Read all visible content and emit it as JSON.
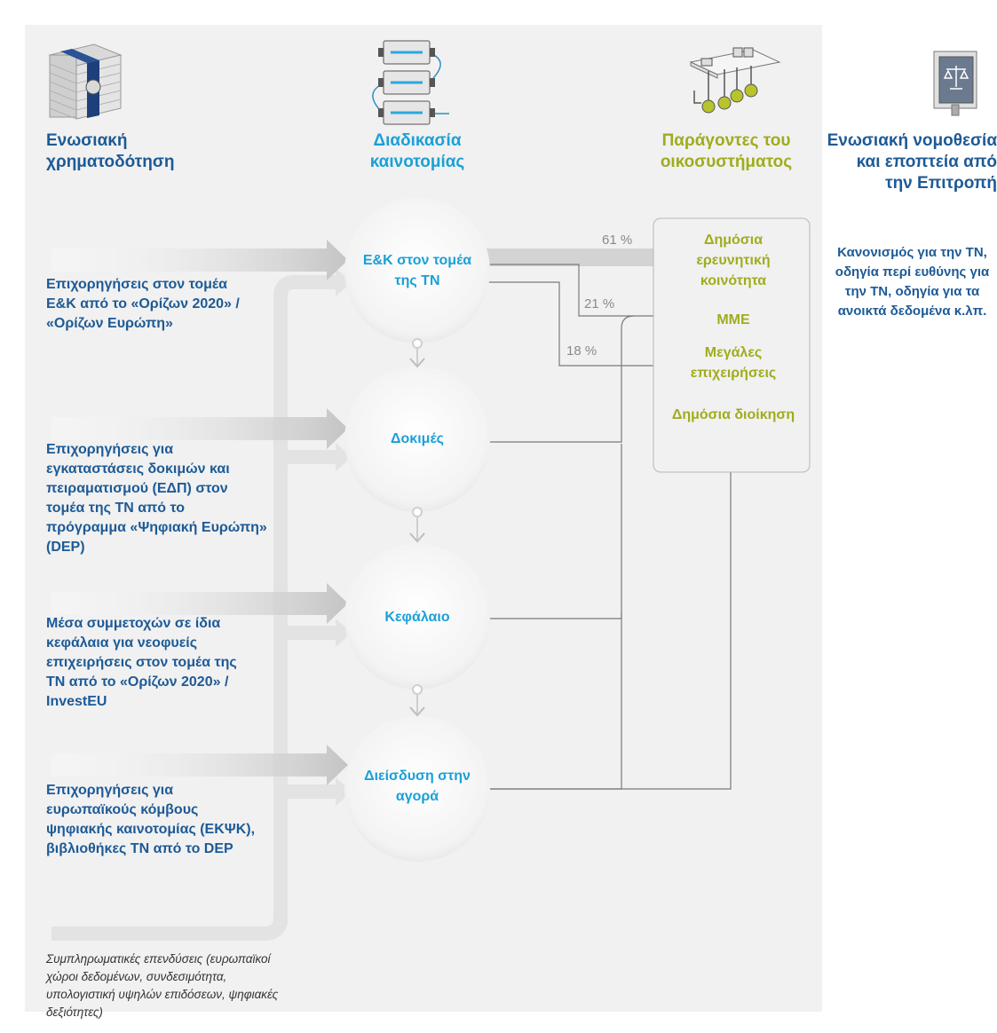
{
  "columns": {
    "funding": "Ενωσιακή χρηματοδότηση",
    "innovation": "Διαδικασία καινοτομίας",
    "ecosystem": "Παράγοντες του οικοσυστήματος",
    "legislation": "Ενωσιακή νομοθεσία και εποπτεία από την Επιτροπή"
  },
  "funding_items": [
    "Επιχορηγήσεις στον τομέα Ε&Κ από το «Ορίζων 2020» / «Ορίζων Ευρώπη»",
    "Επιχορηγήσεις για εγκαταστάσεις δοκιμών και πειραματισμού (ΕΔΠ) στον τομέα της ΤΝ από το πρόγραμμα «Ψηφιακή Ευρώπη» (DEP)",
    "Μέσα συμμετοχών σε ίδια κεφάλαια για νεοφυείς επιχειρήσεις στον τομέα της ΤΝ από το «Ορίζων 2020» / InvestEU",
    "Επιχορηγήσεις για ευρωπαϊκούς κόμβους ψηφιακής καινοτομίας (ΕΚΨΚ), βιβλιοθήκες ΤΝ από το DEP"
  ],
  "complementary_note": "Συμπληρωματικές επενδύσεις (ευρωπαϊκοί χώροι δεδομένων, συνδεσιμότητα, υπολογιστική υψηλών επιδόσεων, ψηφιακές δεξιότητες)",
  "stages": [
    "Ε&Κ στον τομέα της ΤΝ",
    "Δοκιμές",
    "Κεφάλαιο",
    "Διείσδυση στην αγορά"
  ],
  "ecosystem_actors": [
    "Δημόσια ερευνητική κοινότητα",
    "ΜΜΕ",
    "Μεγάλες επιχειρήσεις",
    "Δημόσια διοίκηση"
  ],
  "shares": [
    "61 %",
    "21 %",
    "18 %"
  ],
  "legislation_text": "Κανονισμός για την ΤΝ, οδηγία περί ευθύνης για την ΤΝ, οδηγία για τα ανοικτά δεδομένα κ.λπ.",
  "icons": [
    "stacked-banknotes-icon",
    "process-cycle-icon",
    "ecosystem-circuit-icon",
    "legislation-book-icon"
  ],
  "colors": {
    "funding": "#1d5a96",
    "innovation": "#1aa0d8",
    "ecosystem": "#a0ac1e"
  }
}
